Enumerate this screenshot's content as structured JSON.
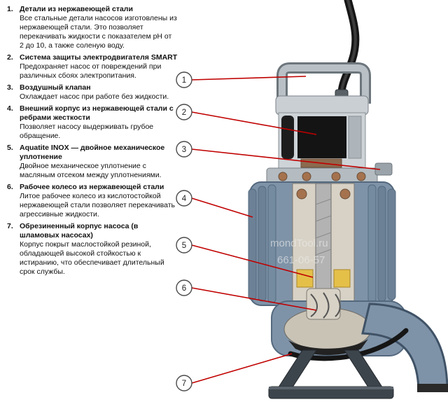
{
  "items": [
    {
      "num": "1.",
      "title": "Детали из нержавеющей стали",
      "body": "Все стальные детали насосов изготовлены из нержавеющей стали. Это позволяет перекачивать жидкости с показателем pH от 2 до 10, а также соленую воду."
    },
    {
      "num": "2.",
      "title": "Система защиты электродвигателя SMART",
      "body": "Предохраняет насос от повреждений при различных сбоях электропитания."
    },
    {
      "num": "3.",
      "title": "Воздушный клапан",
      "body": "Охлаждает насос при работе без жидкости."
    },
    {
      "num": "4.",
      "title": "Внешний корпус из нержавеющей стали с ребрами жесткости",
      "body": "Позволяет насосу выдерживать грубое обращение."
    },
    {
      "num": "5.",
      "title": "Aquatite INOX — двойное механическое уплотнение",
      "body": "Двойное механическое уплотнение с масляным отсеком между уплотнениями."
    },
    {
      "num": "6.",
      "title": "Рабочее колесо из нержавеющей стали",
      "body": "Литое рабочее колесо из кислотостойкой нержавеющей стали позволяет перекачивать агрессивные жидкости."
    },
    {
      "num": "7.",
      "title": "Обрезиненный корпус насоса (в шламовых насосах)",
      "body": "Корпус покрыт маслостойкой резиной, обладающей высокой стойкостью к истиранию, что обеспечивает длительный срок службы."
    }
  ],
  "callouts": [
    {
      "label": "1"
    },
    {
      "label": "2"
    },
    {
      "label": "3"
    },
    {
      "label": "4"
    },
    {
      "label": "5"
    },
    {
      "label": "6"
    },
    {
      "label": "7"
    }
  ],
  "watermark": {
    "line1": "mondTool.ru",
    "line2": "661-06-57"
  },
  "colors": {
    "leader_line": "#c00000",
    "callout_border": "#4a4a4a",
    "pump_body_blue": "#7f93a8",
    "pump_body_dark": "#55697e",
    "casing_gray": "#c9cfd3",
    "motor_black": "#141414",
    "seal_yellow": "#e5c049",
    "stand_dark": "#3d454c",
    "copper": "#a5724e"
  }
}
